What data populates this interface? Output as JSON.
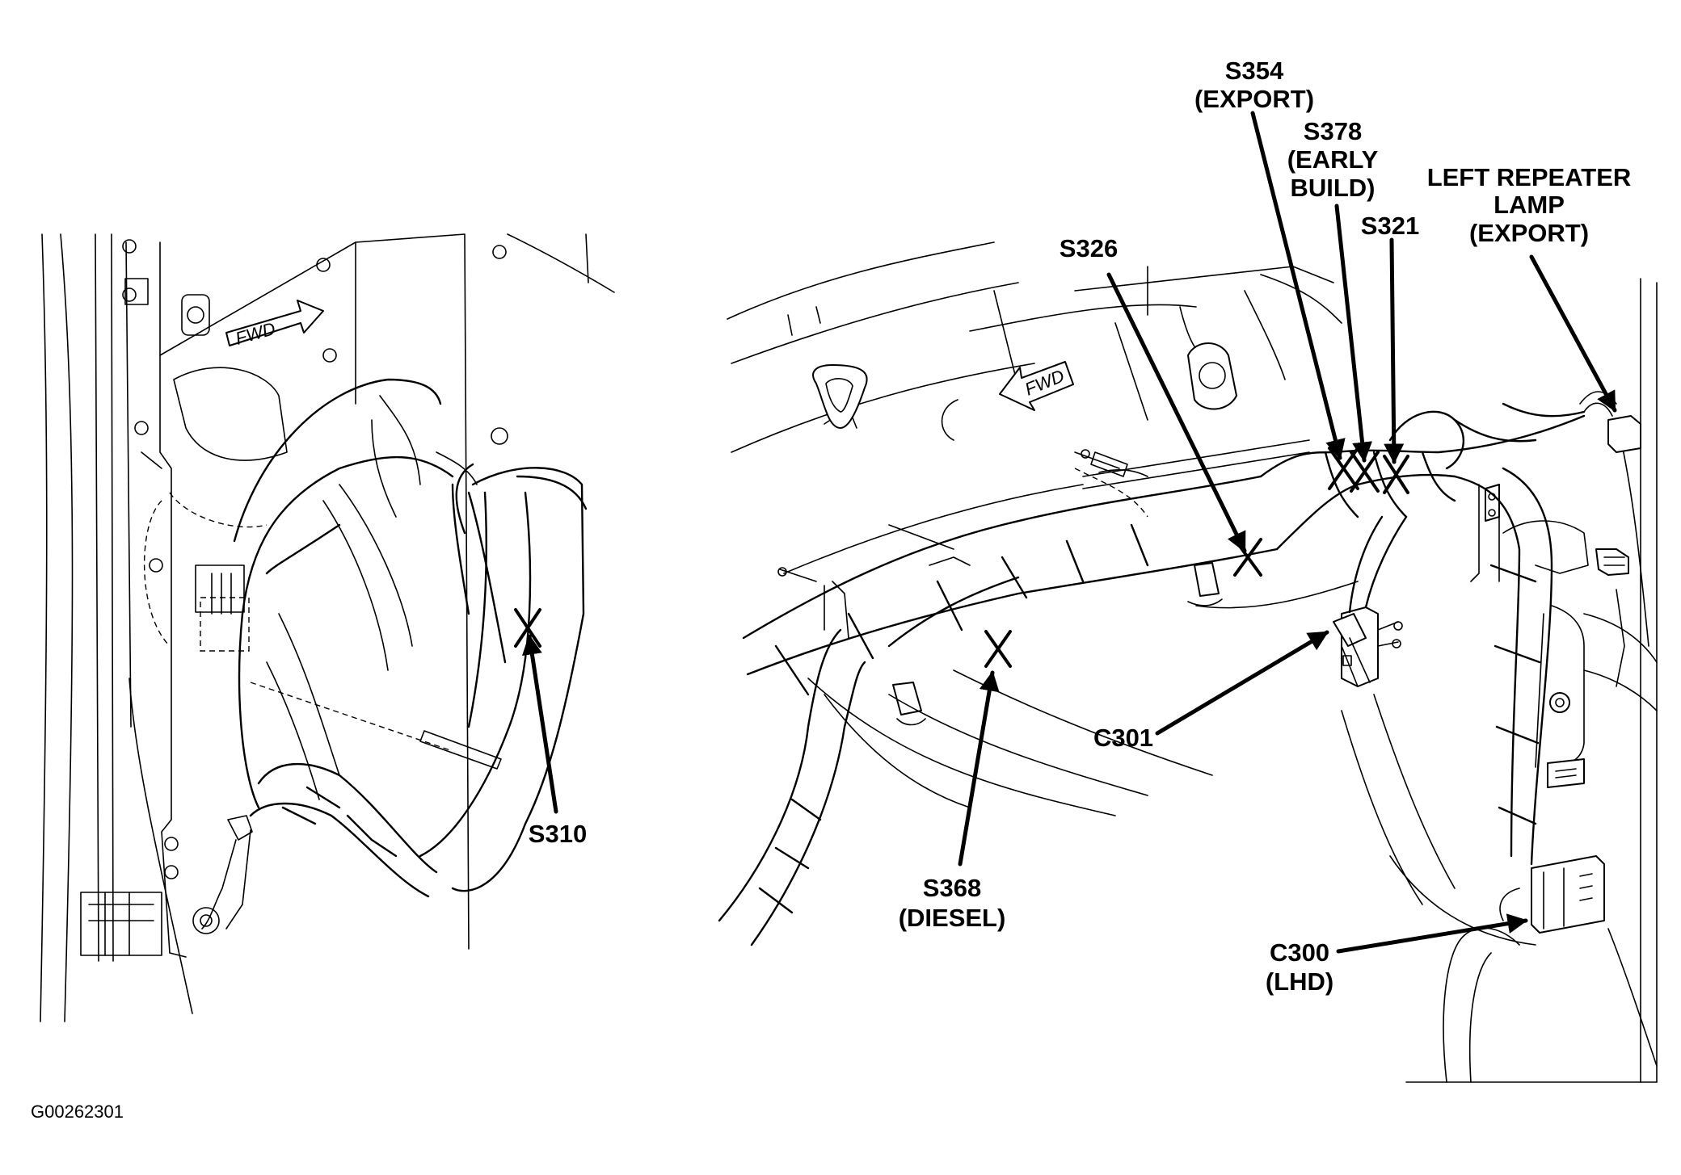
{
  "figure_id": "G00262301",
  "fwd_label": "FWD",
  "callouts": {
    "s310": "S310",
    "s326": "S326",
    "s354": [
      "S354",
      "(EXPORT)"
    ],
    "s378": [
      "S378",
      "(EARLY",
      "BUILD)"
    ],
    "s321": "S321",
    "left_repeater": [
      "LEFT REPEATER",
      "LAMP",
      "(EXPORT)"
    ],
    "c301": "C301",
    "s368": [
      "S368",
      "(DIESEL)"
    ],
    "c300": [
      "C300",
      "(LHD)"
    ]
  }
}
